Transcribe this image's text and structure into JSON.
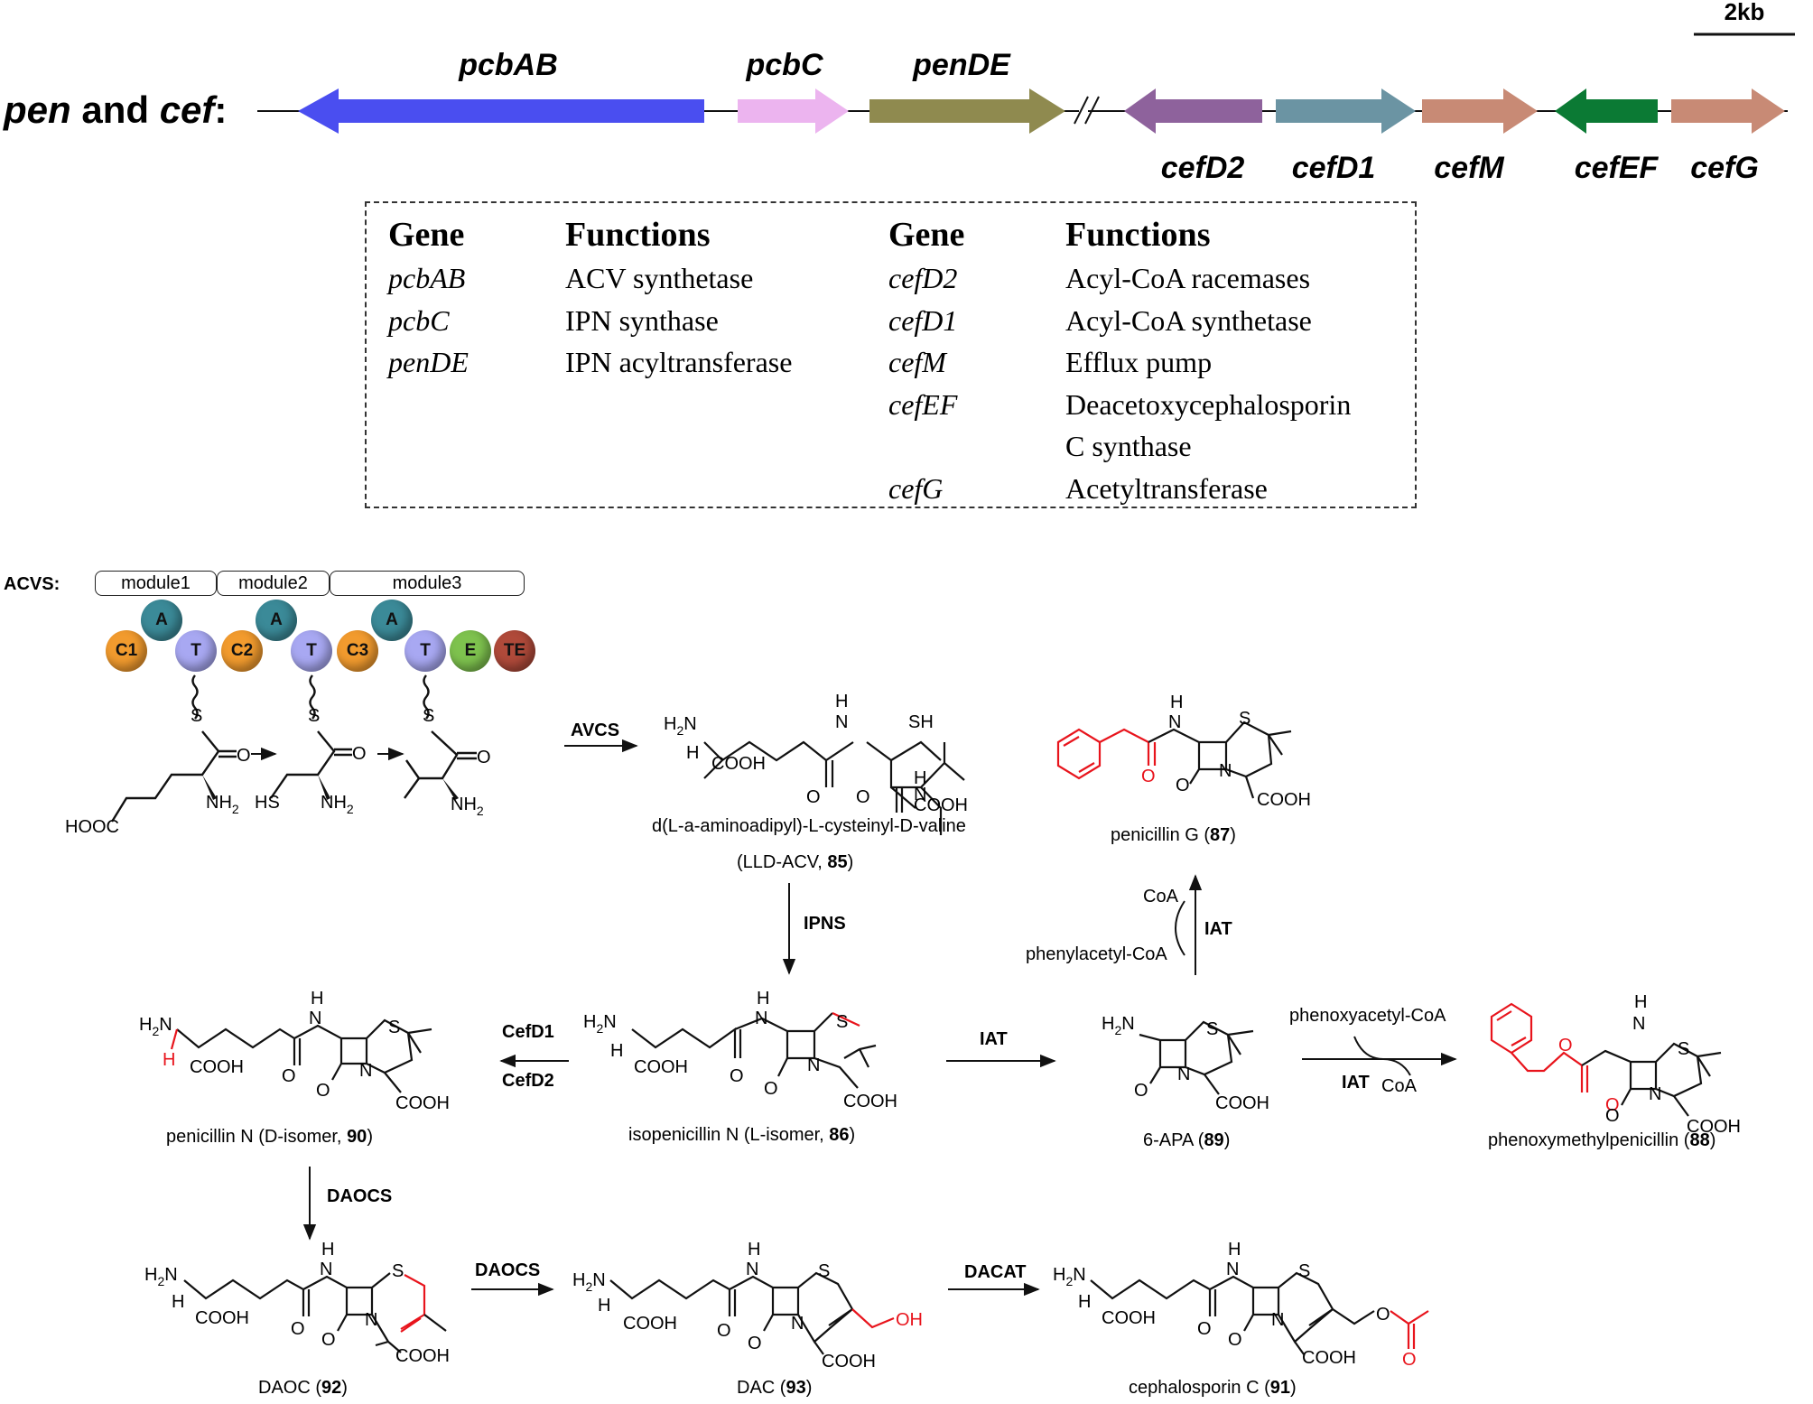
{
  "title": {
    "pen": "pen",
    "and": " and ",
    "cef": "cef",
    "colon": ":"
  },
  "scale_bar": "2kb",
  "genes": [
    {
      "label": "pcbAB",
      "color": "#4a4ef0"
    },
    {
      "label": "pcbC",
      "color": "#ecb4ef"
    },
    {
      "label": "penDE",
      "color": "#8f8a4f"
    },
    {
      "label": "cefD2",
      "color": "#8e629c"
    },
    {
      "label": "cefD1",
      "color": "#6b94a3"
    },
    {
      "label": "cefM",
      "color": "#c88a75"
    },
    {
      "label": "cefEF",
      "color": "#0b7a34"
    },
    {
      "label": "cefG",
      "color": "#c88a75"
    }
  ],
  "gene_table": {
    "header_gene": "Gene",
    "header_functions": "Functions",
    "left": [
      {
        "gene": "pcbAB",
        "function": "ACV synthetase"
      },
      {
        "gene": "pcbC",
        "function": "IPN synthase"
      },
      {
        "gene": "penDE",
        "function": "IPN acyltransferase"
      }
    ],
    "right": [
      {
        "gene": "cefD2",
        "function": "Acyl-CoA racemases"
      },
      {
        "gene": "cefD1",
        "function": "Acyl-CoA synthetase"
      },
      {
        "gene": "cefM",
        "function": "Efflux pump"
      },
      {
        "gene": "cefEF",
        "function": "Deacetoxycephalosporin"
      },
      {
        "gene": "",
        "function": "C synthase"
      },
      {
        "gene": "cefG",
        "function": "Acetyltransferase"
      }
    ]
  },
  "acvs": {
    "label": "ACVS:",
    "modules": [
      "module1",
      "module2",
      "module3"
    ],
    "domains": [
      {
        "name": "C1",
        "color": "#f29b2e"
      },
      {
        "name": "A",
        "color": "#3b8a98"
      },
      {
        "name": "T",
        "color": "#a8a8f2"
      },
      {
        "name": "C2",
        "color": "#f29b2e"
      },
      {
        "name": "A",
        "color": "#3b8a98"
      },
      {
        "name": "T",
        "color": "#a8a8f2"
      },
      {
        "name": "C3",
        "color": "#f29b2e"
      },
      {
        "name": "A",
        "color": "#3b8a98"
      },
      {
        "name": "T",
        "color": "#a8a8f2"
      },
      {
        "name": "E",
        "color": "#7ec24e"
      },
      {
        "name": "TE",
        "color": "#b04a3a"
      }
    ]
  },
  "enzymes": {
    "avcs": "AVCS",
    "ipns": "IPNS",
    "iat1": "IAT",
    "iat2": "IAT",
    "iat3": "IAT",
    "cefd1": "CefD1",
    "cefd2": "CefD2",
    "daocs1": "DAOCS",
    "daocs2": "DAOCS",
    "dacat": "DACAT"
  },
  "cofactors": {
    "coa1": "CoA",
    "phenylacetyl": "phenylacetyl-CoA",
    "phenoxyacetyl": "phenoxyacetyl-CoA",
    "coa2": "CoA"
  },
  "compounds": {
    "c85_name": "d(L-a-aminoadipyl)-L-cysteinyl-D-valine",
    "c85_pre": "(LLD-ACV, ",
    "c85_num": "85",
    "c85_post": ")",
    "c87_pre": "penicillin G (",
    "c87_num": "87",
    "c87_post": ")",
    "c86_pre": "isopenicillin N (L-isomer, ",
    "c86_num": "86",
    "c86_post": ")",
    "c90_pre": "penicillin N (D-isomer, ",
    "c90_num": "90",
    "c90_post": ")",
    "c89_pre": "6-APA (",
    "c89_num": "89",
    "c89_post": ")",
    "c88_pre": "phenoxymethylpenicillin (",
    "c88_num": "88",
    "c88_post": ")",
    "c92_pre": "DAOC (",
    "c92_num": "92",
    "c92_post": ")",
    "c93_pre": "DAC (",
    "c93_num": "93",
    "c93_post": ")",
    "c91_pre": "cephalosporin C (",
    "c91_num": "91",
    "c91_post": ")"
  },
  "atoms": {
    "O": "O",
    "N": "N",
    "S": "S",
    "H": "H",
    "SH": "SH",
    "HS": "HS",
    "COOH": "COOH",
    "HOOC": "HOOC",
    "NH2": "NH",
    "H2N": "H",
    "OH": "OH",
    "two": "2"
  },
  "colors": {
    "highlight": "#e8141c",
    "line": "#111111"
  }
}
